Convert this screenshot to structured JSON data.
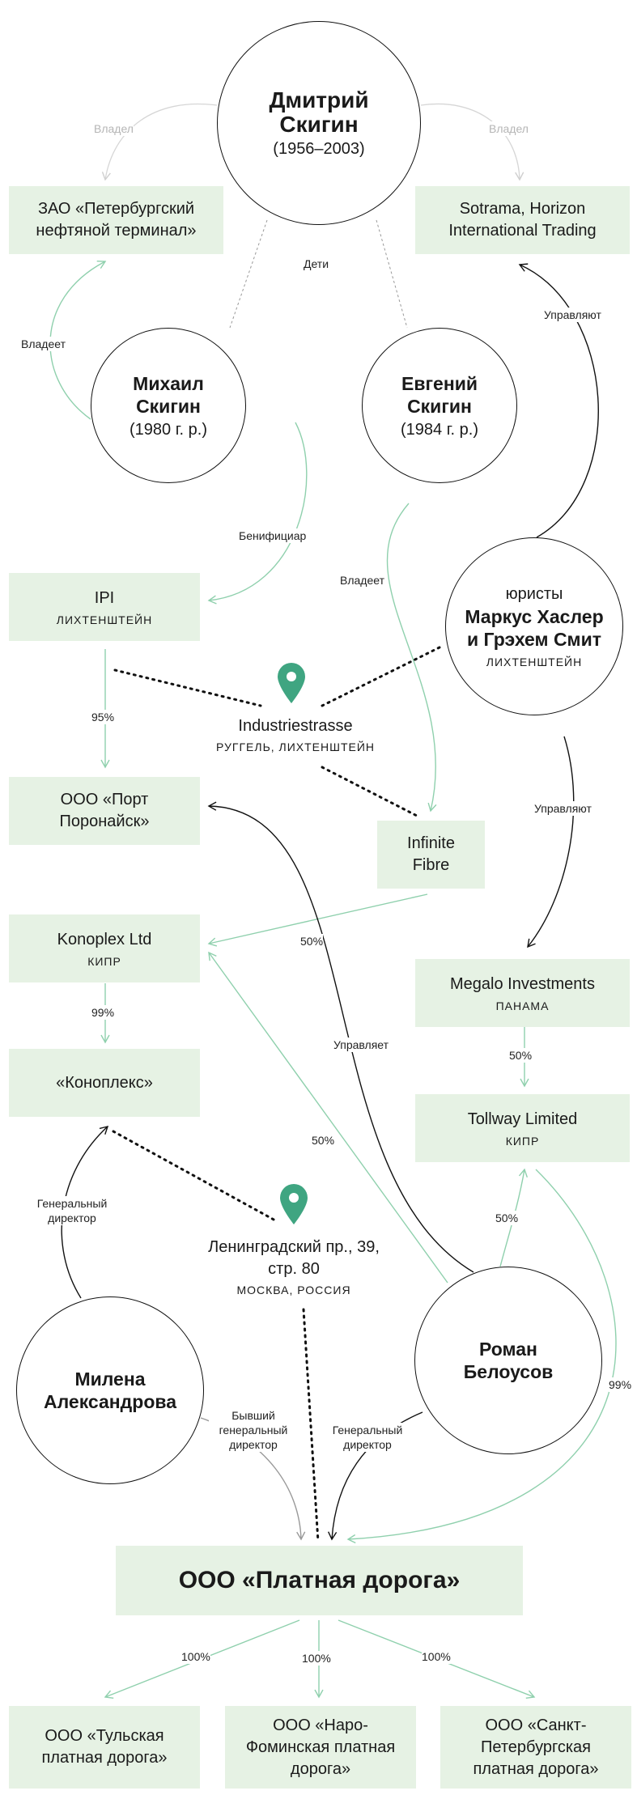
{
  "colors": {
    "box_fill": "#e6f2e4",
    "green_line": "#8fd0ad",
    "pin": "#3fa581"
  },
  "people": {
    "dmitry": {
      "name": "Дмитрий Скигин",
      "years": "(1956–2003)"
    },
    "mikhail": {
      "name": "Михаил Скигин",
      "years": "(1980 г. р.)"
    },
    "evgeny": {
      "name": "Евгений Скигин",
      "years": "(1984 г. р.)"
    },
    "lawyers": {
      "prefix": "юристы",
      "name": "Маркус Хаслер и Грэхем Смит",
      "country": "ЛИХТЕНШТЕЙН"
    },
    "milena": {
      "name": "Милена Александрова"
    },
    "roman": {
      "name": "Роман Белоусов"
    }
  },
  "companies": {
    "zao_pnt": {
      "name": "ЗАО «Петербургский нефтяной терминал»"
    },
    "sotrama": {
      "name": "Sotrama, Horizon International Trading"
    },
    "ipi": {
      "name": "IPI",
      "country": "ЛИХТЕНШТЕЙН"
    },
    "port": {
      "name": "ООО «Порт Поронайск»"
    },
    "infinite": {
      "name": "Infinite Fibre"
    },
    "konoplex_ltd": {
      "name": "Konoplex Ltd",
      "country": "КИПР"
    },
    "megalo": {
      "name": "Megalo Investments",
      "country": "ПАНАМА"
    },
    "konoplex": {
      "name": "«Коноплекс»"
    },
    "tollway": {
      "name": "Tollway Limited",
      "country": "КИПР"
    },
    "platnaya": {
      "name": "ООО «Платная дорога»"
    },
    "tula": {
      "name": "ООО «Тульская платная дорога»"
    },
    "naro": {
      "name": "ООО «Наро-Фоминская платная дорога»"
    },
    "spb": {
      "name": "ООО «Санкт-Петербургская платная дорога»"
    }
  },
  "addresses": {
    "industriestrasse": {
      "name": "Industriestrasse",
      "place": "РУГГЕЛЬ, ЛИХТЕНШТЕЙН"
    },
    "leningradsky": {
      "name": "Ленинградский пр., 39, стр. 80",
      "place": "МОСКВА, РОССИЯ"
    }
  },
  "labels": {
    "owned_left": "Владел",
    "owned_right": "Владел",
    "children": "Дети",
    "owns_zao": "Владеет",
    "manage_sotrama": "Управляют",
    "beneficiary": "Бенифициар",
    "owns_infinite": "Владеет",
    "pct_95": "95%",
    "manage_megalo": "Управляют",
    "pct_50_konoplex": "50%",
    "pct_99_konoplex": "99%",
    "manages_port": "Управляет",
    "pct_50_megalo_tollway": "50%",
    "pct_50_roman_konoplex": "50%",
    "pct_50_roman_tollway": "50%",
    "general_director": "Генеральный директор",
    "former_general_director": "Бывший генеральный директор",
    "general_director_roman": "Генеральный директор",
    "pct_99_tollway": "99%",
    "pct_100_tula": "100%",
    "pct_100_naro": "100%",
    "pct_100_spb": "100%"
  }
}
